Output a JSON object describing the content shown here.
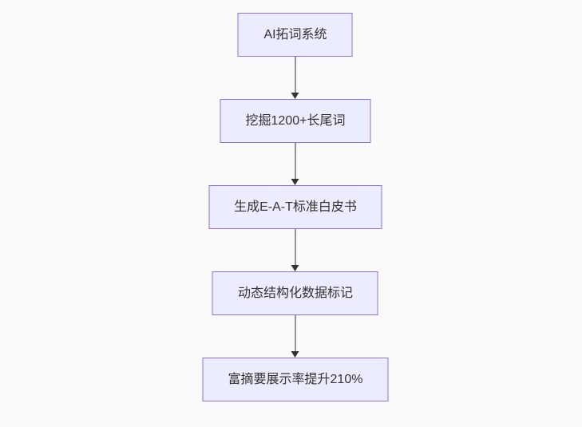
{
  "diagram": {
    "type": "flowchart-top-down",
    "nodes": [
      {
        "id": "n1",
        "label": "AI拓词系统"
      },
      {
        "id": "n2",
        "label": "挖掘1200+长尾词"
      },
      {
        "id": "n3",
        "label": "生成E-A-T标准白皮书"
      },
      {
        "id": "n4",
        "label": "动态结构化数据标记"
      },
      {
        "id": "n5",
        "label": "富摘要展示率提升210%"
      }
    ],
    "edges": [
      {
        "from": "n1",
        "to": "n2"
      },
      {
        "from": "n2",
        "to": "n3"
      },
      {
        "from": "n3",
        "to": "n4"
      },
      {
        "from": "n4",
        "to": "n5"
      }
    ],
    "colors": {
      "background": "#fafafa",
      "node_fill": "#ECECFF",
      "node_border": "#9370DB",
      "text": "#333333",
      "arrow": "#333333"
    }
  }
}
